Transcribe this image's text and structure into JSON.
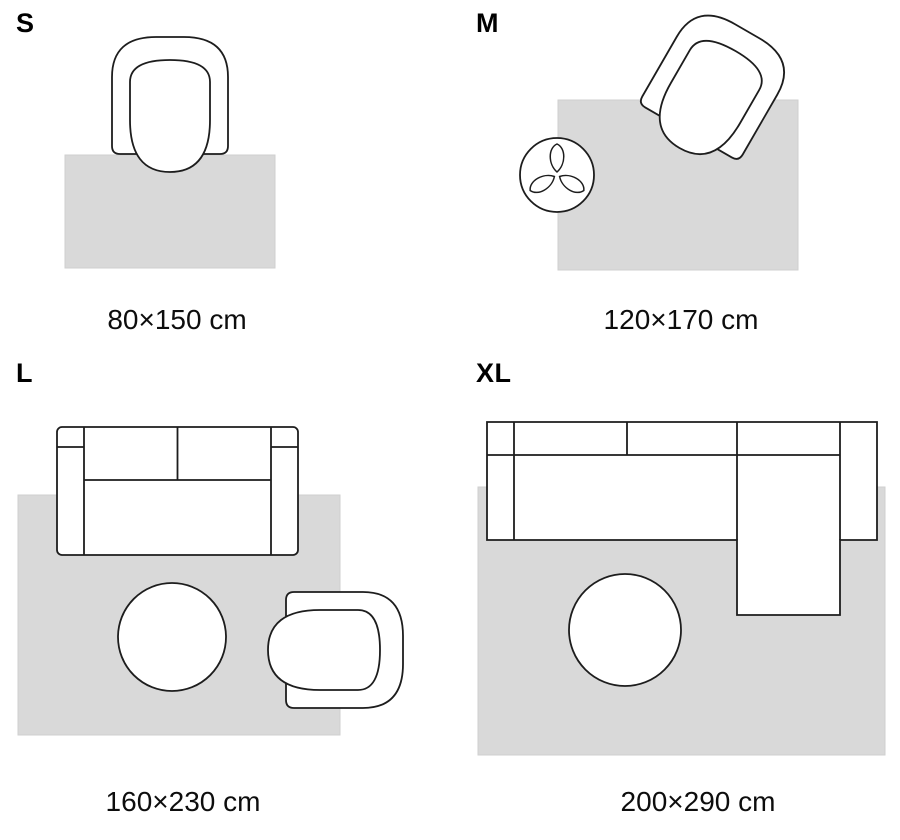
{
  "colors": {
    "rug_fill": "#d9d9d9",
    "rug_stroke": "#cfcfcf",
    "outline": "#1d1d1d",
    "text": "#0d0d0d"
  },
  "sizes": [
    {
      "id": "s",
      "label": "S",
      "dimensions": "80×150 cm",
      "items": [
        "rug",
        "armchair"
      ]
    },
    {
      "id": "m",
      "label": "M",
      "dimensions": "120×170 cm",
      "items": [
        "rug",
        "armchair",
        "plant"
      ]
    },
    {
      "id": "l",
      "label": "L",
      "dimensions": "160×230 cm",
      "items": [
        "rug",
        "sofa",
        "round-pouf",
        "armchair"
      ]
    },
    {
      "id": "xl",
      "label": "XL",
      "dimensions": "200×290 cm",
      "items": [
        "rug",
        "corner-sofa",
        "round-pouf"
      ]
    }
  ]
}
